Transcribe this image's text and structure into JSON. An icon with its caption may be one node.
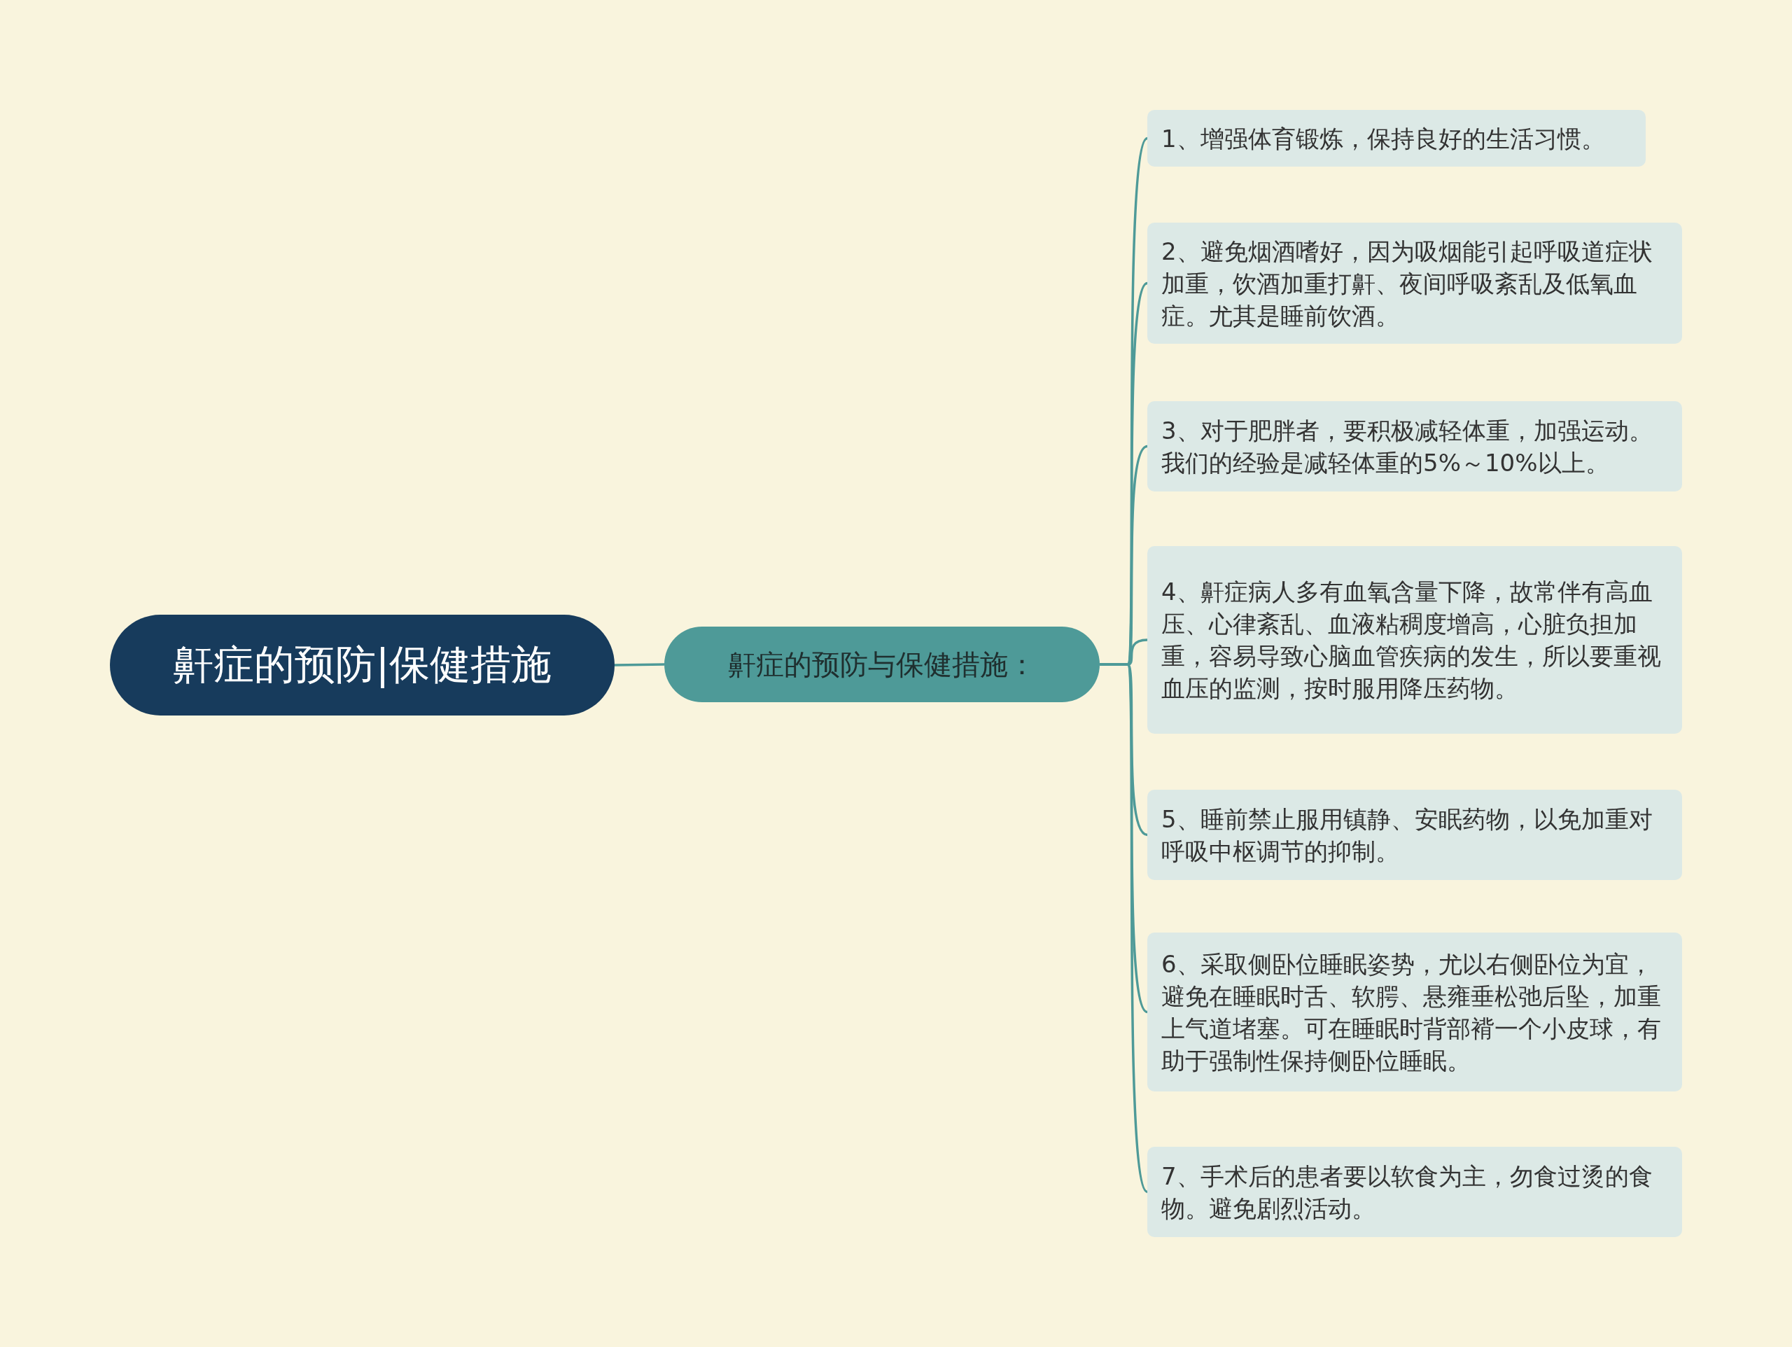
{
  "diagram": {
    "nodes": [
      {
        "text": [
          "鼾症的预防|保健措施"
        ]
      },
      {
        "text": [
          "鼾症的预防与保健措施："
        ]
      },
      {
        "text": [
          "1、增强体育锻炼，保持良好的生活习惯。"
        ]
      },
      {
        "text": [
          "2、避免烟酒嗜好，因为吸烟能引起呼吸道症状加重，饮酒加重打鼾、夜间呼吸紊乱及低氧血症。尤其是睡前饮酒。"
        ]
      },
      {
        "text": [
          "3、对于肥胖者，要积极减轻体重，加强运动。我们的经验是减轻体重的5%～10%以上。"
        ]
      },
      {
        "text": [
          "4、鼾症病人多有血氧含量下降，故常伴有高血压、心律紊乱、血液粘稠度增高，心脏负担加重，容易导致心脑血管疾病的发生，所以要重视血压的监测，按时服用降压药物。"
        ]
      },
      {
        "text": [
          "5、睡前禁止服用镇静、安眠药物，以免加重对呼吸中枢调节的抑制。"
        ]
      },
      {
        "text": [
          "6、采取侧卧位睡眠姿势，尤以右侧卧位为宜，避免在睡眠时舌、软腭、悬雍垂松弛后坠，加重上气道堵塞。可在睡眠时背部褙一个小皮球，有助于强制性保持侧卧位睡眠。"
        ]
      },
      {
        "text": [
          "7、手术后的患者要以软食为主，勿食过烫的食物。避免剧烈活动。"
        ]
      }
    ],
    "edges": [
      {
        "from": 0,
        "to": 1,
        "arrow": "none"
      },
      {
        "from": 1,
        "to": 2,
        "arrow": "none"
      },
      {
        "from": 1,
        "to": 3,
        "arrow": "none"
      },
      {
        "from": 1,
        "to": 4,
        "arrow": "none"
      },
      {
        "from": 1,
        "to": 5,
        "arrow": "none"
      },
      {
        "from": 1,
        "to": 6,
        "arrow": "none"
      },
      {
        "from": 1,
        "to": 7,
        "arrow": "none"
      },
      {
        "from": 1,
        "to": 8,
        "arrow": "none"
      }
    ]
  }
}
